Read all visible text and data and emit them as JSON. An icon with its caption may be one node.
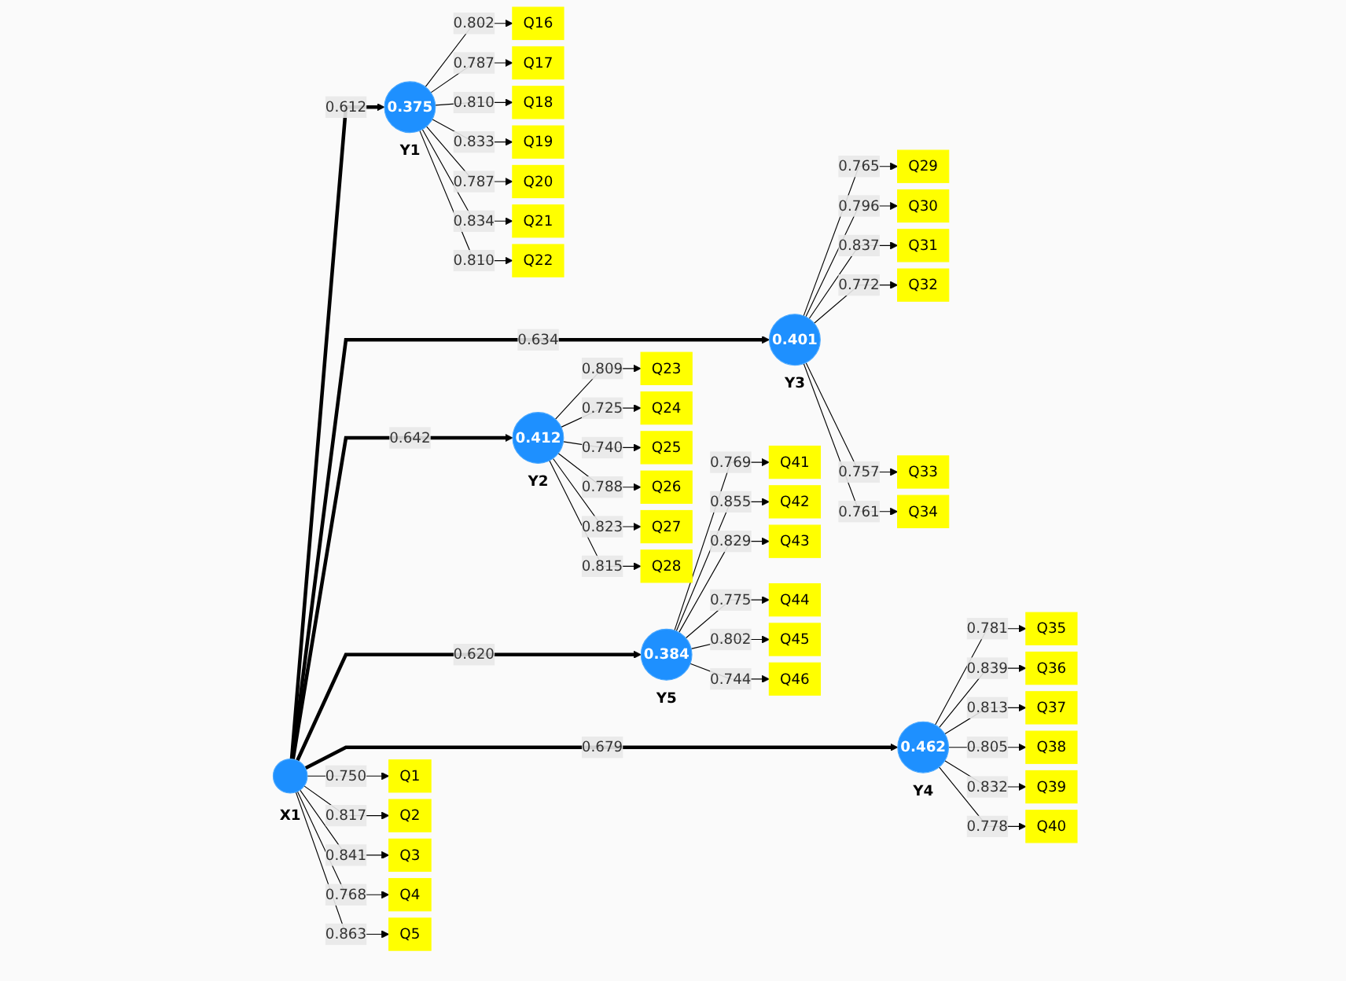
{
  "diagram": {
    "nodes": [
      {
        "text": [],
        "shape": "circle",
        "beside": [
          "X1"
        ]
      },
      {
        "text": [
          "0.375"
        ],
        "beside": [
          "Y1"
        ]
      },
      {
        "text": [
          "0.412"
        ],
        "beside": [
          "Y2"
        ]
      },
      {
        "text": [
          "0.401"
        ],
        "beside": [
          "Y3"
        ]
      },
      {
        "text": [
          "0.462"
        ],
        "beside": [
          "Y4"
        ]
      },
      {
        "text": [
          "0.384"
        ],
        "beside": [
          "Y5"
        ]
      },
      {
        "text": [
          "Q1"
        ]
      },
      {
        "text": [
          "Q2"
        ]
      },
      {
        "text": [
          "Q3"
        ]
      },
      {
        "text": [
          "Q4"
        ]
      },
      {
        "text": [
          "Q5"
        ]
      },
      {
        "text": [
          "Q16"
        ]
      },
      {
        "text": [
          "Q17"
        ]
      },
      {
        "text": [
          "Q18"
        ]
      },
      {
        "text": [
          "Q19"
        ]
      },
      {
        "text": [
          "Q20"
        ]
      },
      {
        "text": [
          "Q21"
        ]
      },
      {
        "text": [
          "Q22"
        ]
      },
      {
        "text": [
          "Q23"
        ]
      },
      {
        "text": [
          "Q24"
        ]
      },
      {
        "text": [
          "Q25"
        ]
      },
      {
        "text": [
          "Q26"
        ]
      },
      {
        "text": [
          "Q27"
        ]
      },
      {
        "text": [
          "Q28"
        ]
      },
      {
        "text": [
          "Q29"
        ]
      },
      {
        "text": [
          "Q30"
        ]
      },
      {
        "text": [
          "Q31"
        ]
      },
      {
        "text": [
          "Q32"
        ]
      },
      {
        "text": [
          "Q33"
        ]
      },
      {
        "text": [
          "Q34"
        ]
      },
      {
        "text": [
          "Q35"
        ]
      },
      {
        "text": [
          "Q36"
        ]
      },
      {
        "text": [
          "Q37"
        ]
      },
      {
        "text": [
          "Q38"
        ]
      },
      {
        "text": [
          "Q39"
        ]
      },
      {
        "text": [
          "Q40"
        ]
      },
      {
        "text": [
          "Q41"
        ]
      },
      {
        "text": [
          "Q42"
        ]
      },
      {
        "text": [
          "Q43"
        ]
      },
      {
        "text": [
          "Q44"
        ]
      },
      {
        "text": [
          "Q45"
        ]
      },
      {
        "text": [
          "Q46"
        ]
      }
    ],
    "edges": [
      {
        "from": 0,
        "to": 1,
        "arrow": "to",
        "label": "0.612",
        "style": "thick"
      },
      {
        "from": 0,
        "to": 3,
        "arrow": "to",
        "label": "0.634",
        "style": "thick"
      },
      {
        "from": 0,
        "to": 2,
        "arrow": "to",
        "label": "0.642",
        "style": "thick"
      },
      {
        "from": 0,
        "to": 5,
        "arrow": "to",
        "label": "0.620",
        "style": "thick"
      },
      {
        "from": 0,
        "to": 4,
        "arrow": "to",
        "label": "0.679",
        "style": "thick"
      },
      {
        "from": 0,
        "to": 6,
        "arrow": "to",
        "label": "0.750"
      },
      {
        "from": 0,
        "to": 7,
        "arrow": "to",
        "label": "0.817"
      },
      {
        "from": 0,
        "to": 8,
        "arrow": "to",
        "label": "0.841"
      },
      {
        "from": 0,
        "to": 9,
        "arrow": "to",
        "label": "0.768"
      },
      {
        "from": 0,
        "to": 10,
        "arrow": "to",
        "label": "0.863"
      },
      {
        "from": 1,
        "to": 11,
        "arrow": "to",
        "label": "0.802"
      },
      {
        "from": 1,
        "to": 12,
        "arrow": "to",
        "label": "0.787"
      },
      {
        "from": 1,
        "to": 13,
        "arrow": "to",
        "label": "0.810"
      },
      {
        "from": 1,
        "to": 14,
        "arrow": "to",
        "label": "0.833"
      },
      {
        "from": 1,
        "to": 15,
        "arrow": "to",
        "label": "0.787"
      },
      {
        "from": 1,
        "to": 16,
        "arrow": "to",
        "label": "0.834"
      },
      {
        "from": 1,
        "to": 17,
        "arrow": "to",
        "label": "0.810"
      },
      {
        "from": 2,
        "to": 18,
        "arrow": "to",
        "label": "0.809"
      },
      {
        "from": 2,
        "to": 19,
        "arrow": "to",
        "label": "0.725"
      },
      {
        "from": 2,
        "to": 20,
        "arrow": "to",
        "label": "0.740"
      },
      {
        "from": 2,
        "to": 21,
        "arrow": "to",
        "label": "0.788"
      },
      {
        "from": 2,
        "to": 22,
        "arrow": "to",
        "label": "0.823"
      },
      {
        "from": 2,
        "to": 23,
        "arrow": "to",
        "label": "0.815"
      },
      {
        "from": 3,
        "to": 24,
        "arrow": "to",
        "label": "0.765"
      },
      {
        "from": 3,
        "to": 25,
        "arrow": "to",
        "label": "0.796"
      },
      {
        "from": 3,
        "to": 26,
        "arrow": "to",
        "label": "0.837"
      },
      {
        "from": 3,
        "to": 27,
        "arrow": "to",
        "label": "0.772"
      },
      {
        "from": 3,
        "to": 28,
        "arrow": "to",
        "label": "0.757"
      },
      {
        "from": 3,
        "to": 29,
        "arrow": "to",
        "label": "0.761"
      },
      {
        "from": 4,
        "to": 30,
        "arrow": "to",
        "label": "0.781"
      },
      {
        "from": 4,
        "to": 31,
        "arrow": "to",
        "label": "0.839"
      },
      {
        "from": 4,
        "to": 32,
        "arrow": "to",
        "label": "0.813"
      },
      {
        "from": 4,
        "to": 33,
        "arrow": "to",
        "label": "0.805"
      },
      {
        "from": 4,
        "to": 34,
        "arrow": "to",
        "label": "0.832"
      },
      {
        "from": 4,
        "to": 35,
        "arrow": "to",
        "label": "0.778"
      },
      {
        "from": 5,
        "to": 36,
        "arrow": "to",
        "label": "0.769"
      },
      {
        "from": 5,
        "to": 37,
        "arrow": "to",
        "label": "0.855"
      },
      {
        "from": 5,
        "to": 38,
        "arrow": "to",
        "label": "0.829"
      },
      {
        "from": 5,
        "to": 39,
        "arrow": "to",
        "label": "0.775"
      },
      {
        "from": 5,
        "to": 40,
        "arrow": "to",
        "label": "0.802"
      },
      {
        "from": 5,
        "to": 41,
        "arrow": "to",
        "label": "0.744"
      }
    ]
  }
}
